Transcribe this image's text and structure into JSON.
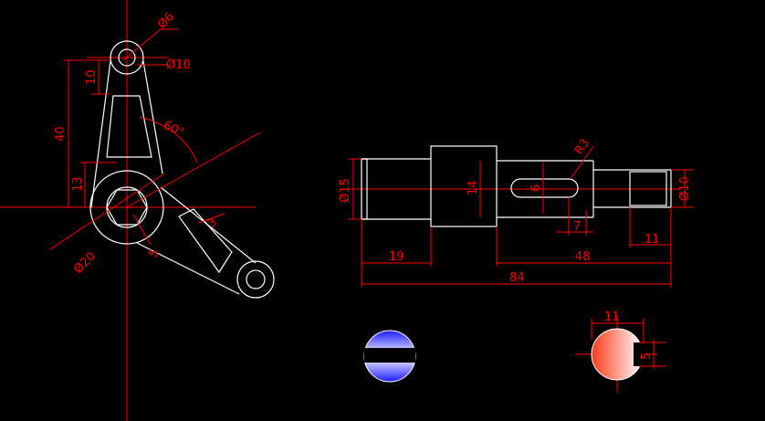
{
  "colors": {
    "background": "#000000",
    "geometry": "#ffffff",
    "dimension": "#ff0000",
    "gradient_blue": "#1b1bff",
    "gradient_red": "#ff3a1a"
  },
  "dimensions": {
    "dia_6": "Ø6",
    "dia_10_top": "Ø10",
    "len_10": "10",
    "len_40": "40",
    "ang_60": "60°",
    "len_13": "13",
    "dia_20": "Ø20",
    "len_5": "5",
    "len_3": "3",
    "dia_15": "Ø15",
    "len_14": "14",
    "len_6": "6",
    "rad_r3": "R3",
    "dia_10_shaft": "Ø10",
    "len_19": "19",
    "len_48": "48",
    "len_7": "7",
    "len_11_shaft": "11",
    "len_84": "84",
    "len_11_section": "11",
    "len_5_section": "5"
  }
}
